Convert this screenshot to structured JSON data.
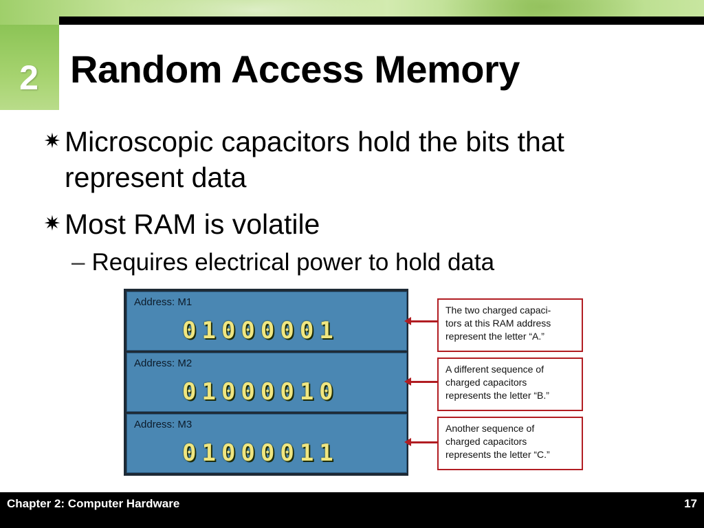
{
  "chapter_number": "2",
  "title": "Random Access Memory",
  "bullets": [
    {
      "icon": "asterisk-bullet-icon",
      "text": "Microscopic capacitors hold the bits that represent data"
    },
    {
      "icon": "asterisk-bullet-icon",
      "text": "Most RAM is volatile"
    }
  ],
  "sub_bullet": {
    "dash": "–",
    "text": "Requires electrical power to hold data"
  },
  "figure": {
    "rows": [
      {
        "address": "Address:  M1",
        "bits": "01000001"
      },
      {
        "address": "Address:  M2",
        "bits": "01000010"
      },
      {
        "address": "Address:  M3",
        "bits": "01000011"
      }
    ],
    "callouts": [
      "The two charged capaci-\ntors at this RAM address\nrepresent the letter “A.”",
      "A different sequence of\ncharged capacitors\nrepresents the letter “B.”",
      "Another sequence of\ncharged capacitors\nrepresents the letter “C.”"
    ],
    "accent_color": "#b11d22",
    "row_color": "#4a87b3"
  },
  "footer": {
    "label": "Chapter 2: Computer Hardware",
    "page": "17"
  }
}
